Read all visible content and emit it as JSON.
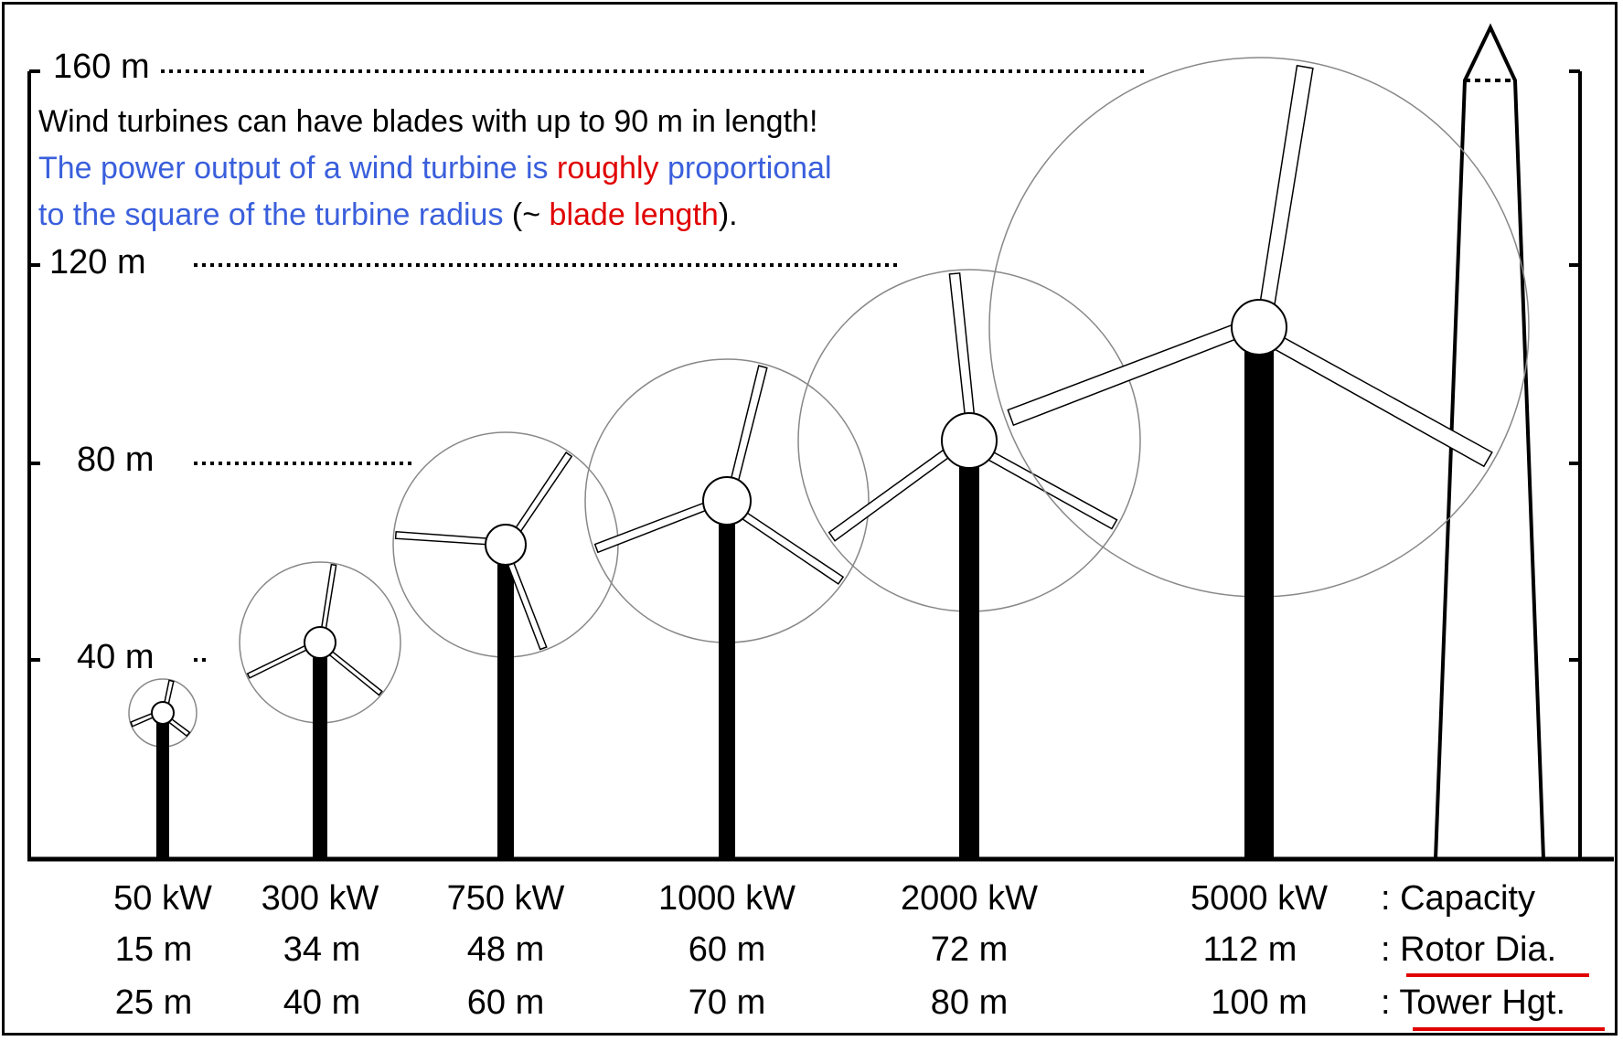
{
  "caption": {
    "line1": "Wind turbines can have blades with up to 90 m in length!",
    "line2_a": "The power output of a wind turbine is ",
    "line2_b": "roughly",
    "line2_c": " proportional",
    "line3_a": "to the square of the turbine radius",
    "line3_b": " (~ ",
    "line3_c": "blade length",
    "line3_d": ")."
  },
  "y_axis": {
    "ticks": [
      "40 m",
      "80 m",
      "120 m",
      "160 m"
    ]
  },
  "turbines": [
    {
      "capacity": "50 kW",
      "rotor": "15 m",
      "tower": "25 m"
    },
    {
      "capacity": "300 kW",
      "rotor": "34 m",
      "tower": "40 m"
    },
    {
      "capacity": "750 kW",
      "rotor": "48 m",
      "tower": "60 m"
    },
    {
      "capacity": "1000 kW",
      "rotor": "60 m",
      "tower": "70 m"
    },
    {
      "capacity": "2000 kW",
      "rotor": "72 m",
      "tower": "80 m"
    },
    {
      "capacity": "5000 kW",
      "rotor": "112 m",
      "tower": "100 m"
    }
  ],
  "row_labels": {
    "capacity": ": Capacity",
    "rotor": ": Rotor Dia.",
    "tower": ": Tower Hgt."
  },
  "colors": {
    "blue_text": "#3a5fdc",
    "red_text": "#e00000",
    "underline": "#e00000"
  }
}
